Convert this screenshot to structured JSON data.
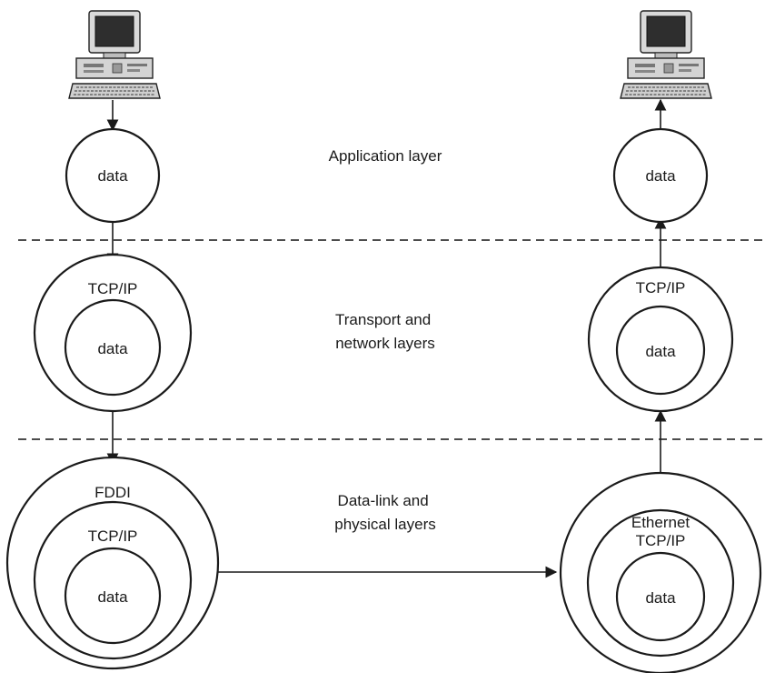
{
  "layers": {
    "application": [
      "Application layer"
    ],
    "transport": [
      "Transport and",
      "network layers"
    ],
    "datalink": [
      "Data-link and",
      "physical layers"
    ]
  },
  "sender": {
    "app_data": "data",
    "transport_header": "TCP/IP",
    "transport_data": "data",
    "link_header": "FDDI",
    "link_transport": "TCP/IP",
    "link_data": "data"
  },
  "receiver": {
    "app_data": "data",
    "transport_header": "TCP/IP",
    "transport_data": "data",
    "link_header": "Ethernet",
    "link_transport": "TCP/IP",
    "link_data": "data"
  },
  "icons": {
    "sender": "computer-icon",
    "receiver": "computer-icon"
  }
}
